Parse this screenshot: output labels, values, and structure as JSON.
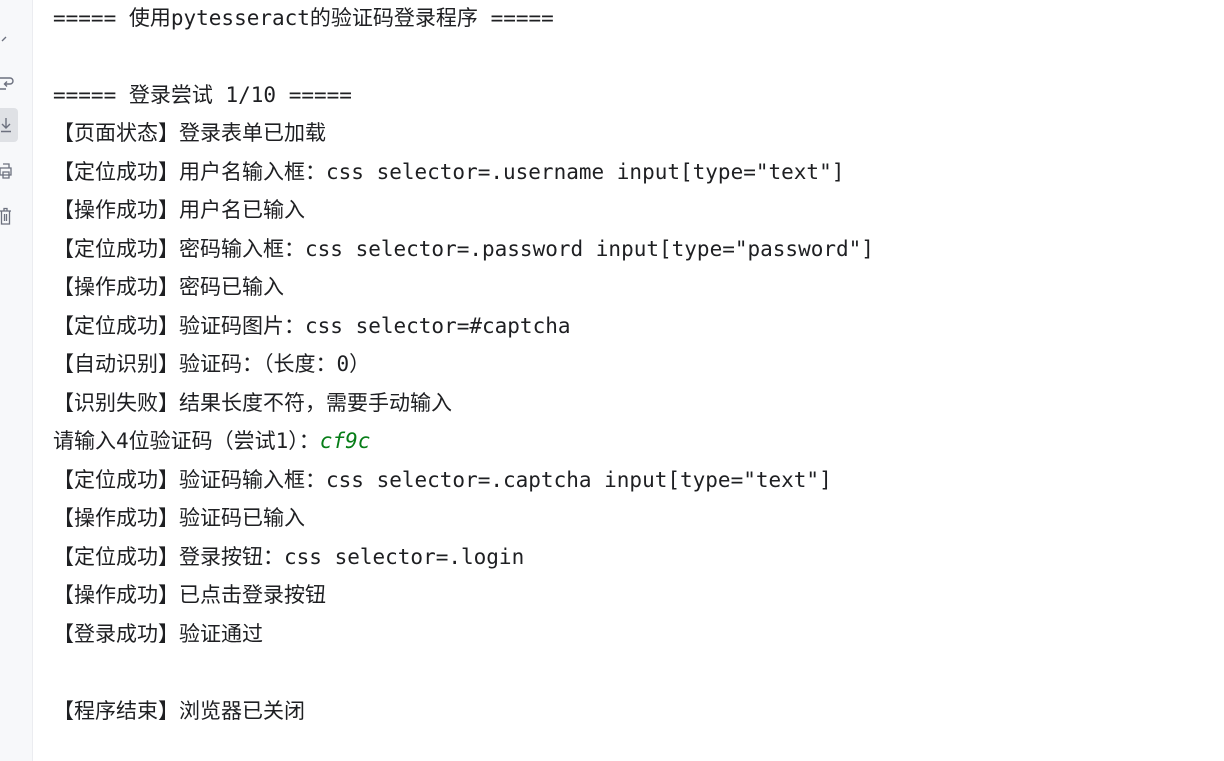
{
  "colors": {
    "text": "#1e1f22",
    "user_input": "#067d17",
    "gutter_bg": "#f7f8fa"
  },
  "toolbar": {
    "icons": [
      "chevron-icon",
      "soft-wrap-icon",
      "scroll-to-end-icon",
      "print-icon",
      "trash-icon"
    ]
  },
  "console": {
    "lines": [
      "===== 使用pytesseract的验证码登录程序 =====",
      "===== 登录尝试 1/10 =====",
      "【页面状态】登录表单已加载",
      "【定位成功】用户名输入框：css selector=.username input[type=\"text\"]",
      "【操作成功】用户名已输入",
      "【定位成功】密码输入框：css selector=.password input[type=\"password\"]",
      "【操作成功】密码已输入",
      "【定位成功】验证码图片：css selector=#captcha",
      "【自动识别】验证码：（长度：0）",
      "【识别失败】结果长度不符，需要手动输入",
      {
        "prompt": "请输入4位验证码（尝试1）：",
        "input": "cf9c"
      },
      "【定位成功】验证码输入框：css selector=.captcha input[type=\"text\"]",
      "【操作成功】验证码已输入",
      "【定位成功】登录按钮：css selector=.login",
      "【操作成功】已点击登录按钮",
      "【登录成功】验证通过",
      "【程序结束】浏览器已关闭"
    ]
  }
}
